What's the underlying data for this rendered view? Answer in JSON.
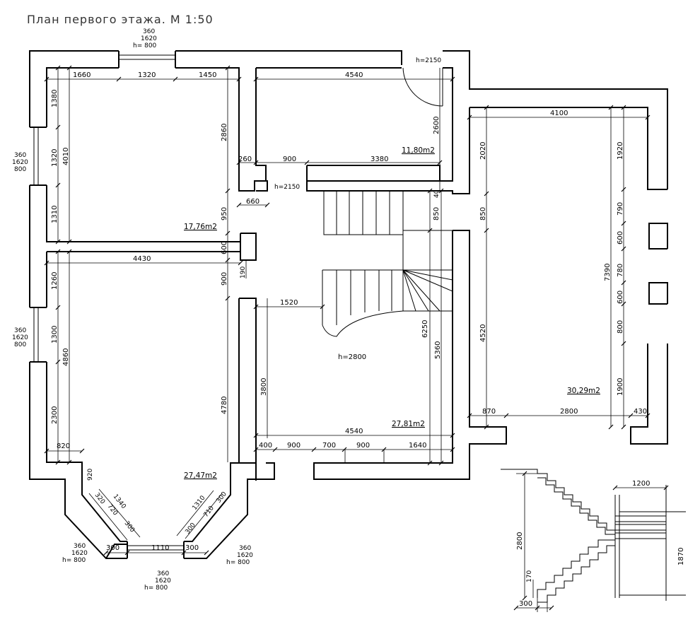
{
  "title": "План первого этажа. М 1:50",
  "areas": {
    "room_nw": "17,76m2",
    "room_ne": "11,80m2",
    "room_east": "30,29m2",
    "hall": "27,81m2",
    "room_sw": "27,47m2"
  },
  "heights": {
    "h2150_a": "h=2150",
    "h2150_b": "h=2150",
    "h2800": "h=2800"
  },
  "windows": {
    "top": [
      "360",
      "1620",
      "h= 800"
    ],
    "left_upper": [
      "360",
      "1620",
      "800"
    ],
    "left_lower": [
      "360",
      "1620",
      "800"
    ],
    "bay_left": [
      "360",
      "1620",
      "h= 800"
    ],
    "bay_right": [
      "360",
      "1620",
      "h= 800"
    ],
    "bay_bottom": [
      "360",
      "1620",
      "h= 800"
    ]
  },
  "dims": {
    "d1660": "1660",
    "d1320_top": "1320",
    "d1450": "1450",
    "d4540_top": "4540",
    "d4100": "4100",
    "d1380": "1380",
    "d1320_left": "1320",
    "d4010": "4010",
    "d1310": "1310",
    "d4430": "4430",
    "d1260": "1260",
    "d1300": "1300",
    "d4860": "4860",
    "d2300": "2300",
    "d820": "820",
    "d2860": "2860",
    "d260": "260",
    "d900_a": "900",
    "d3380": "3380",
    "d2600": "2600",
    "d660": "660",
    "d950": "950",
    "d600_a": "600",
    "d190": "190",
    "d900_b": "900",
    "d1520": "1520",
    "d40": "40",
    "d850_a": "850",
    "d850_b": "850",
    "d2020": "2020",
    "d1920": "1920",
    "d790": "790",
    "d600_b": "600",
    "d780": "780",
    "d7390": "7390",
    "d600_c": "600",
    "d800": "800",
    "d1900": "1900",
    "d4520": "4520",
    "d6250": "6250",
    "d5360": "5360",
    "d3800": "3800",
    "d4780": "4780",
    "d4540_bot": "4540",
    "d870": "870",
    "d2800": "2800",
    "d430": "430",
    "d400": "400",
    "d900_c": "900",
    "d700": "700",
    "d900_d": "900",
    "d1640": "1640",
    "d920": "920",
    "d320": "320",
    "d720_a": "720",
    "d300_a": "300",
    "d1340": "1340",
    "d1310_b": "1310",
    "d710": "710",
    "d300_b": "300",
    "d300_c": "300",
    "d300_d": "300",
    "d1110": "1110",
    "d300_e": "300"
  },
  "stair_section": {
    "d1200": "1200",
    "d2800": "2800",
    "d1870": "1870",
    "d170": "170",
    "d300": "300"
  }
}
